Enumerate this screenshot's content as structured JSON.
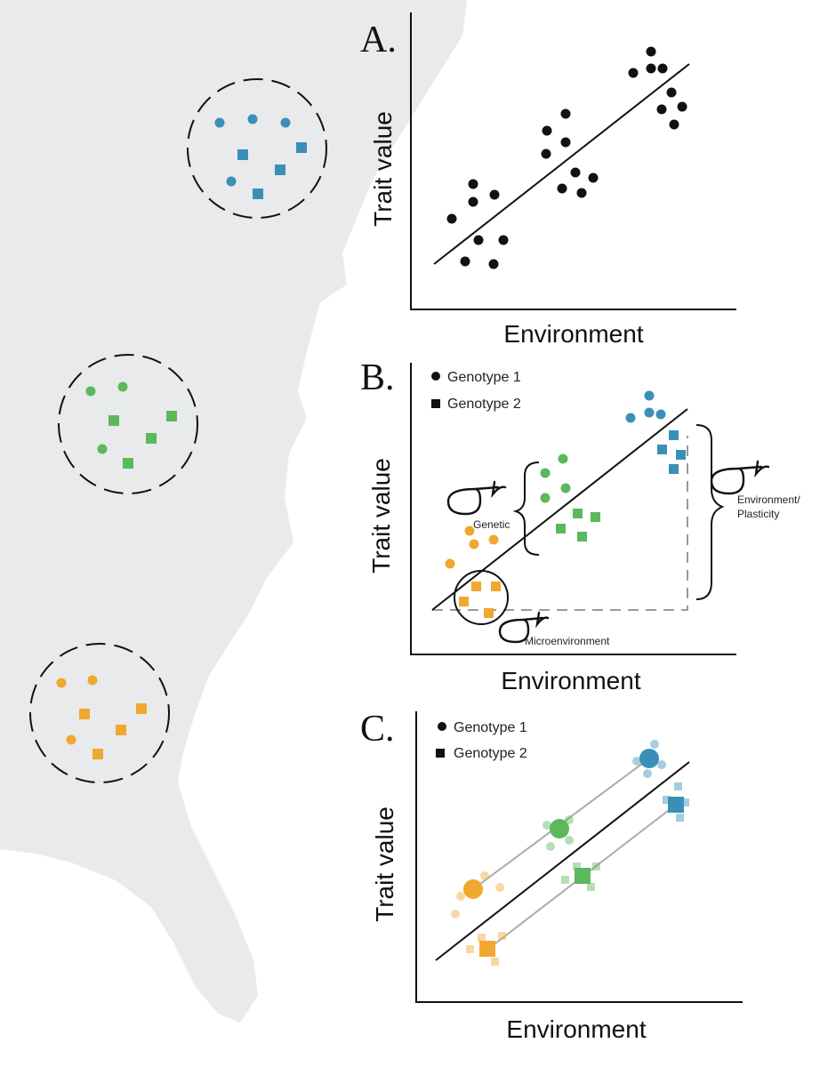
{
  "colors": {
    "blue": "#3a8fb7",
    "green": "#5cb85c",
    "orange": "#f0a830",
    "black": "#111111",
    "map": "#e9eaeb"
  },
  "panel_a": {
    "letter": "A.",
    "ylabel": "Trait value",
    "xlabel": "Environment"
  },
  "panel_b": {
    "letter": "B.",
    "ylabel": "Trait value",
    "xlabel": "Environment",
    "legend": [
      "Genotype 1",
      "Genotype 2"
    ],
    "sigma_genetic": "Genetic",
    "sigma_environment_line1": "Environment/",
    "sigma_environment_line2": "Plasticity",
    "sigma_micro": "Microenvironment"
  },
  "panel_c": {
    "letter": "C.",
    "ylabel": "Trait value",
    "xlabel": "Environment",
    "legend": [
      "Genotype 1",
      "Genotype 2"
    ]
  }
}
